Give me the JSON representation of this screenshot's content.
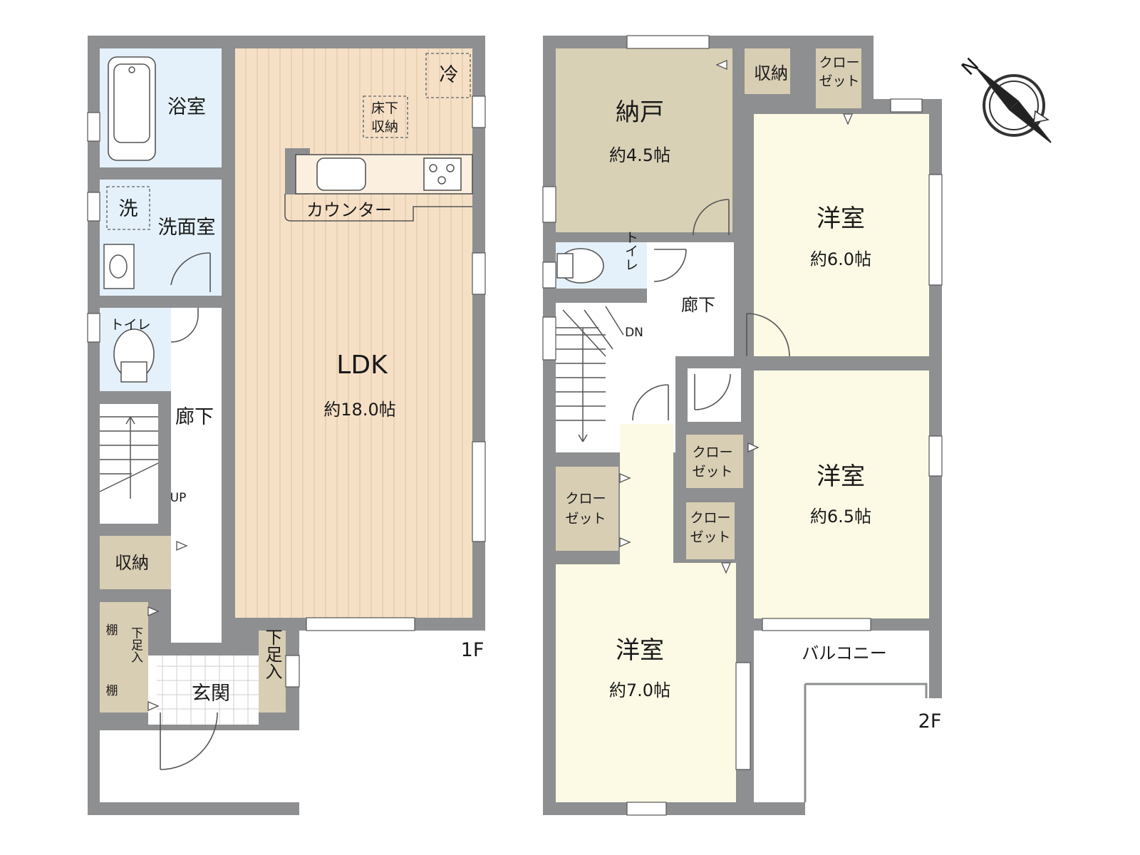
{
  "colors": {
    "wall": "#8e8f90",
    "ldk_floor": "#f5e0c6",
    "wet_area": "#e4f1fa",
    "storage": "#d8ceb4",
    "storage_room": "#d9d1b6",
    "bedroom": "#fcf9e4",
    "hall": "#ffffff"
  },
  "floor1": {
    "floor_label": "1F",
    "ldk": {
      "name": "LDK",
      "size": "約18.0帖"
    },
    "fridge": "冷",
    "underfloor_storage": {
      "line1": "床下",
      "line2": "収納"
    },
    "counter": "カウンター",
    "bath": "浴室",
    "washer": "洗",
    "washroom": "洗面室",
    "toilet": "トイレ",
    "hallway": "廊下",
    "stairs": "UP",
    "storage": "収納",
    "shelf_top": "棚",
    "shelf_bottom": "棚",
    "shoe_storage_small": "下足入",
    "shoe_storage": "下足入",
    "entrance": "玄関"
  },
  "floor2": {
    "floor_label": "2F",
    "nando": {
      "name": "納戸",
      "size": "約4.5帖"
    },
    "storage": "収納",
    "closet": {
      "line1": "クロー",
      "line2": "ゼット"
    },
    "room_a": {
      "name": "洋室",
      "size": "約6.0帖"
    },
    "room_b": {
      "name": "洋室",
      "size": "約6.5帖"
    },
    "room_c": {
      "name": "洋室",
      "size": "約7.0帖"
    },
    "toilet": "トイレ",
    "hallway": "廊下",
    "stairs": "DN",
    "balcony": "バルコニー"
  },
  "compass": {
    "north": "N",
    "icon": "compass-icon"
  }
}
